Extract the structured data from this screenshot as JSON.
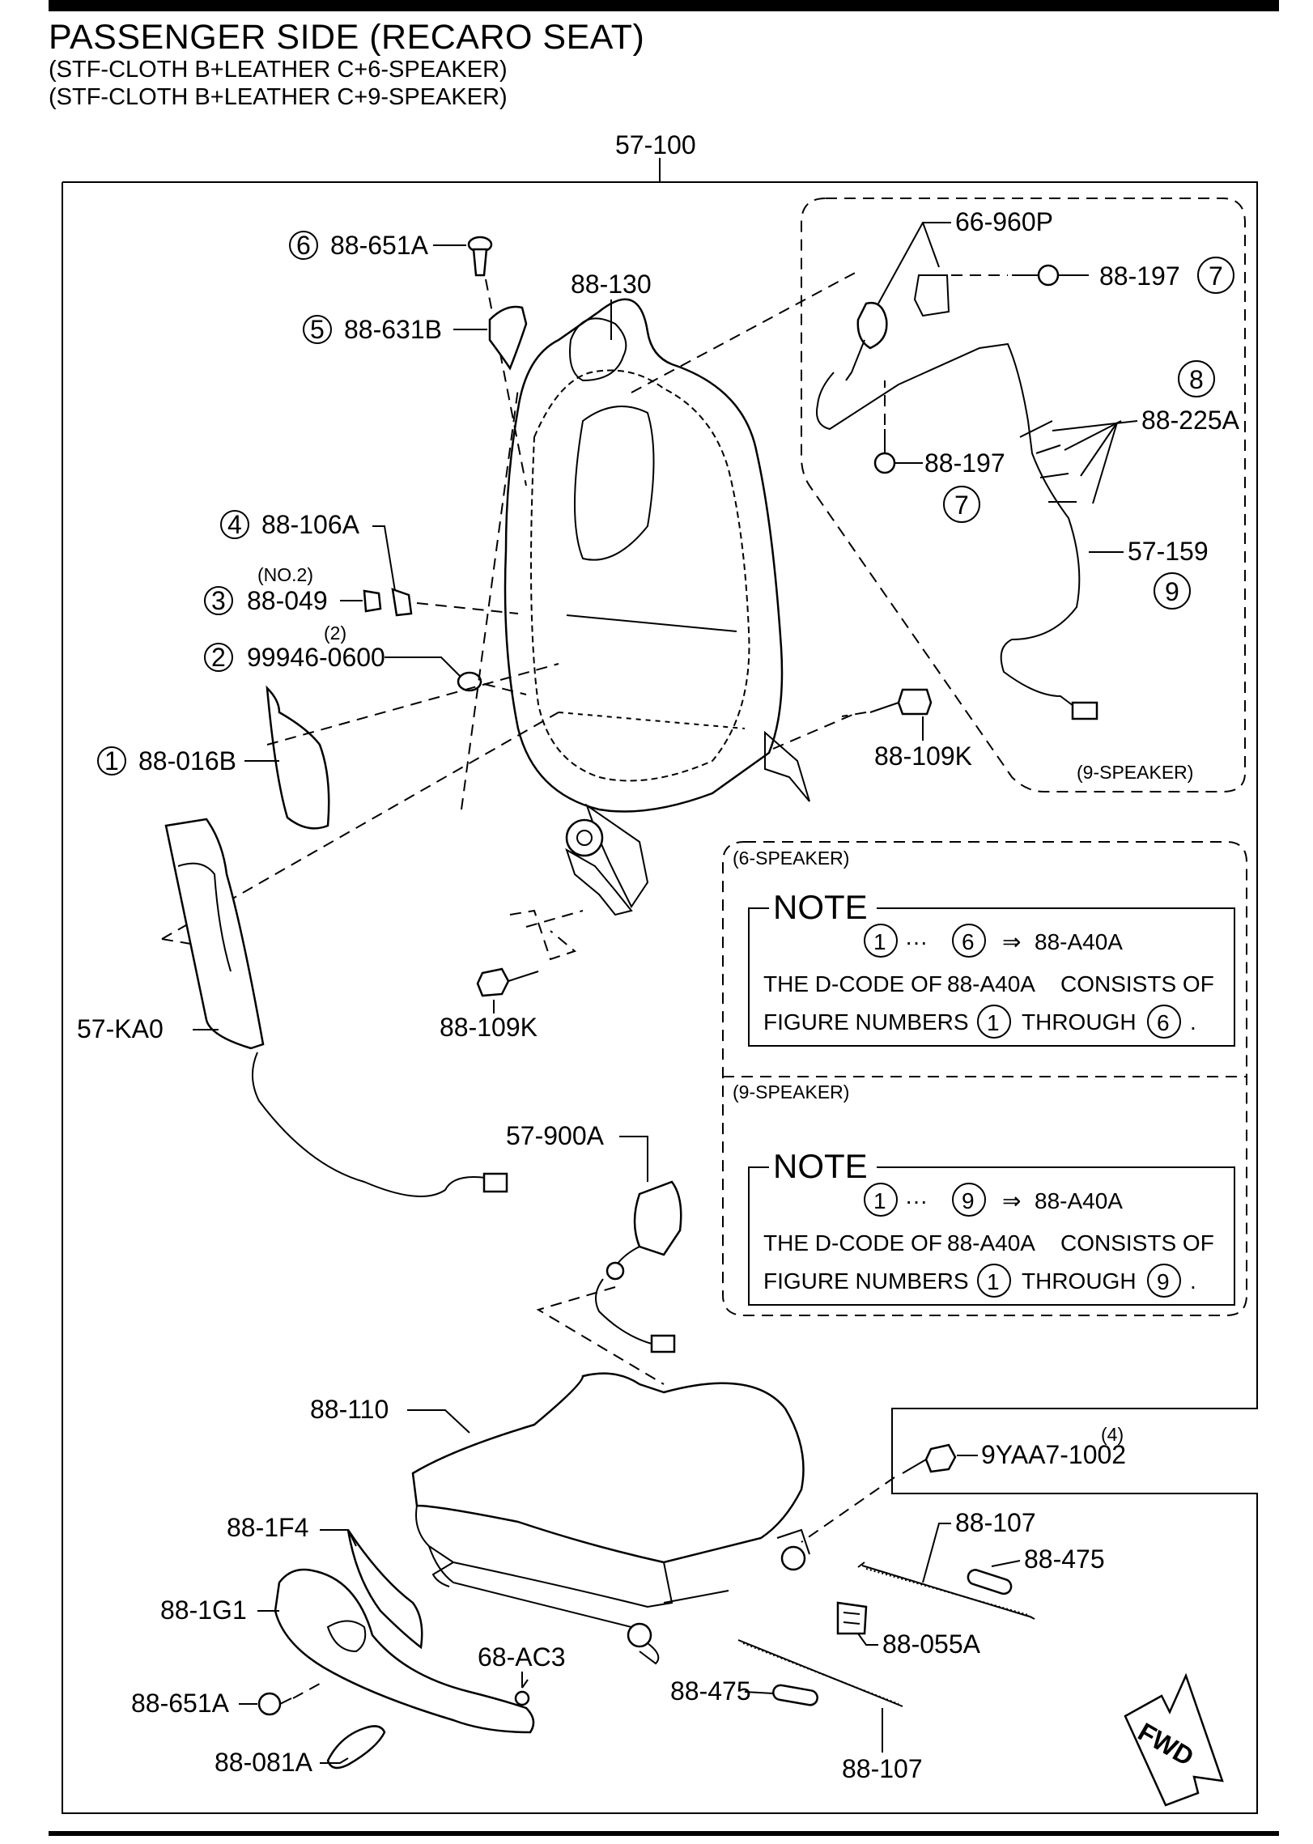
{
  "header": {
    "title": "PASSENGER SIDE (RECARO  SEAT)",
    "subtitle_1": "(STF-CLOTH B+LEATHER C+6-SPEAKER)",
    "subtitle_2": "(STF-CLOTH B+LEATHER C+9-SPEAKER)"
  },
  "assembly_label": "57-100",
  "labels": {
    "p88_651A_top": "88-651A",
    "p88_631B": "88-631B",
    "p88_130": "88-130",
    "p66_960P": "66-960P",
    "p88_197_a": "88-197",
    "p88_197_b": "88-197",
    "p88_225A": "88-225A",
    "p57_159": "57-159",
    "p88_106A": "88-106A",
    "no2": "(NO.2)",
    "p88_049": "88-049",
    "qty2": "(2)",
    "p99946_0600": "99946-0600",
    "p88_016B": "88-016B",
    "p88_109K_a": "88-109K",
    "p88_109K_b": "88-109K",
    "p57_KA0": "57-KA0",
    "p57_900A": "57-900A",
    "p88_110": "88-110",
    "qty4": "(4)",
    "p9YAA7_1002": "9YAA7-1002",
    "p88_1F4": "88-1F4",
    "p88_1G1": "88-1G1",
    "p68_AC3": "68-AC3",
    "p88_651A_bottom": "88-651A",
    "p88_081A": "88-081A",
    "p88_107_a": "88-107",
    "p88_475_a": "88-475",
    "p88_055A": "88-055A",
    "p88_475_b": "88-475",
    "p88_107_b": "88-107",
    "nine_speaker_tag": "(9-SPEAKER)"
  },
  "figure_numbers": {
    "n1": "1",
    "n2": "2",
    "n3": "3",
    "n4": "4",
    "n5": "5",
    "n6": "6",
    "n7": "7",
    "n8": "8",
    "n9": "9"
  },
  "notes": [
    {
      "section_label": "(6-SPEAKER)",
      "heading": "NOTE",
      "range_from": "1",
      "ellipsis": "···",
      "range_to": "6",
      "arrow": "⇒",
      "code": "88-A40A",
      "line1_a": "THE D-CODE OF",
      "line1_code": "88-A40A",
      "line1_b": "CONSISTS OF",
      "line2_a": "FIGURE NUMBERS",
      "line2_from": "1",
      "line2_mid": "THROUGH",
      "line2_to": "6",
      "period": "."
    },
    {
      "section_label": "(9-SPEAKER)",
      "heading": "NOTE",
      "range_from": "1",
      "ellipsis": "···",
      "range_to": "9",
      "arrow": "⇒",
      "code": "88-A40A",
      "line1_a": "THE D-CODE OF",
      "line1_code": "88-A40A",
      "line1_b": "CONSISTS OF",
      "line2_a": "FIGURE NUMBERS",
      "line2_from": "1",
      "line2_mid": "THROUGH",
      "line2_to": "9",
      "period": "."
    }
  ],
  "fwd_label": "FWD"
}
